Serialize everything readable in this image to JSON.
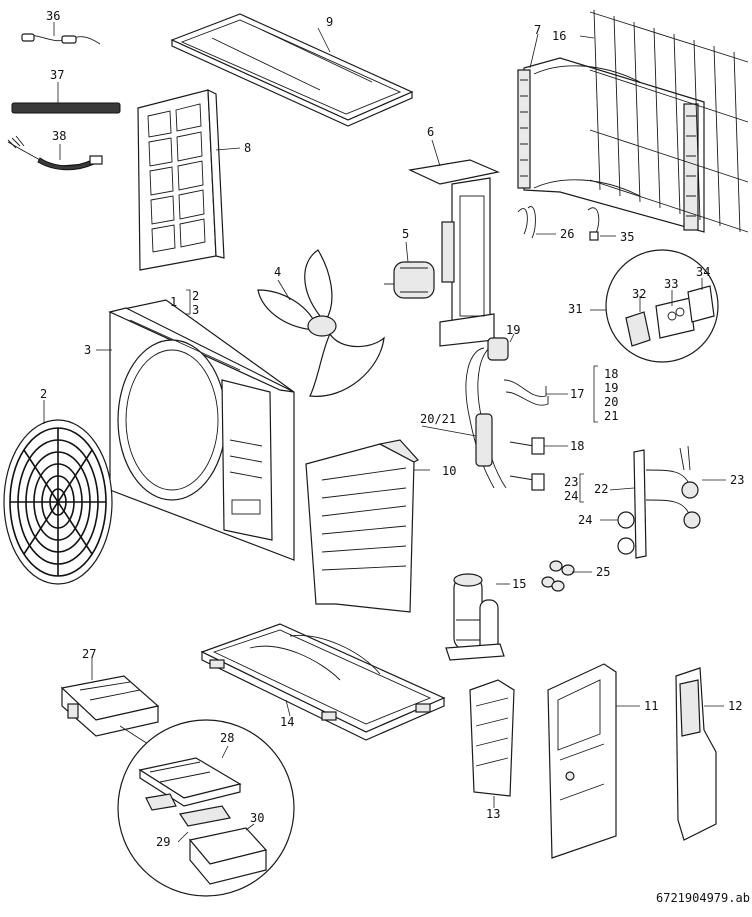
{
  "diagram": {
    "callouts": {
      "c1": "1",
      "c2": "2",
      "c2b": "2",
      "c3": "3",
      "c3b": "3",
      "c4": "4",
      "c5": "5",
      "c6": "6",
      "c7": "7",
      "c8": "8",
      "c9": "9",
      "c10": "10",
      "c11": "11",
      "c12": "12",
      "c13": "13",
      "c14": "14",
      "c15": "15",
      "c16": "16",
      "c17": "17",
      "c18a": "18",
      "c19a": "19",
      "c20a": "20",
      "c21a": "21",
      "c18": "18",
      "c19": "19",
      "c2021": "20/21",
      "c22": "22",
      "c23a": "23",
      "c24a": "24",
      "c23": "23",
      "c24": "24",
      "c25": "25",
      "c26": "26",
      "c27": "27",
      "c28": "28",
      "c29": "29",
      "c30": "30",
      "c31": "31",
      "c32": "32",
      "c33": "33",
      "c34": "34",
      "c35": "35",
      "c36": "36",
      "c37": "37",
      "c38": "38"
    },
    "footer_code": "6721904979.ab"
  }
}
